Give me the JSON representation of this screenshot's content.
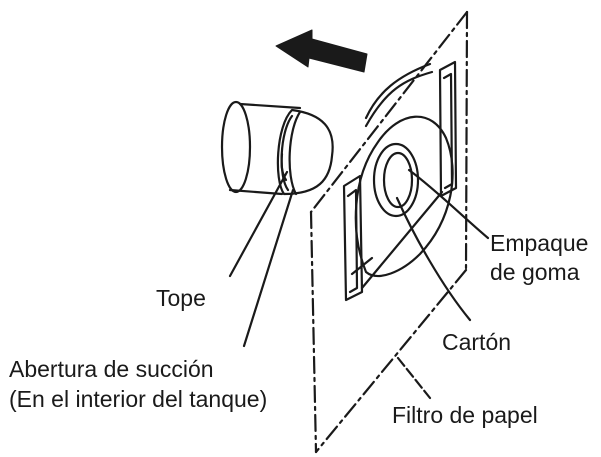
{
  "labels": {
    "tope": "Tope",
    "abertura_line1": "Abertura de succión",
    "abertura_line2": "(En el interior del tanque)",
    "empaque_line1": "Empaque",
    "empaque_line2": "de goma",
    "carton": "Cartón",
    "filtro": "Filtro de papel"
  },
  "colors": {
    "ink": "#1a1a1a",
    "background": "#ffffff"
  },
  "icons": {
    "direction_arrow": "arrow-left-icon"
  }
}
